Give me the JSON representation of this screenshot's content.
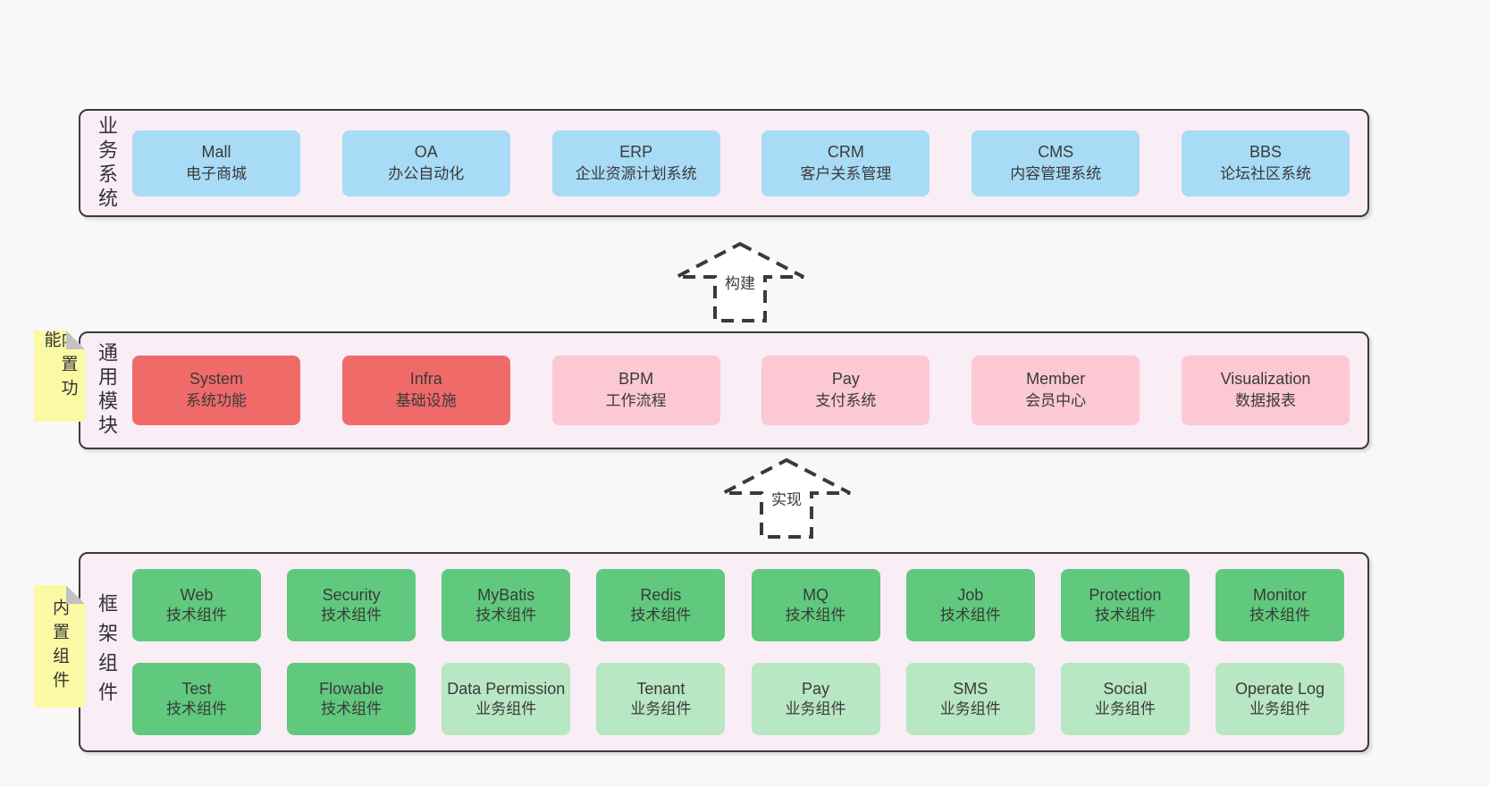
{
  "colors": {
    "page": "#f8f8f8",
    "container": "#f9edf6",
    "line": "#3a3a3a",
    "note": "#fcf9a4",
    "note_fold": "#c2c2c2",
    "blue": "#a8dbf5",
    "red": "#f16a6a",
    "pink": "#fcc8d3",
    "green": "#60c97d",
    "lightgreen": "#b8e7c3"
  },
  "layers": {
    "business": {
      "label": "业务系统",
      "boxes": [
        {
          "en": "Mall",
          "zh": "电子商城",
          "type": "blue"
        },
        {
          "en": "OA",
          "zh": "办公自动化",
          "type": "blue"
        },
        {
          "en": "ERP",
          "zh": "企业资源计划系统",
          "type": "blue"
        },
        {
          "en": "CRM",
          "zh": "客户关系管理",
          "type": "blue"
        },
        {
          "en": "CMS",
          "zh": "内容管理系统",
          "type": "blue"
        },
        {
          "en": "BBS",
          "zh": "论坛社区系统",
          "type": "blue"
        }
      ]
    },
    "modules": {
      "label": "通用模块",
      "note": "内置功能",
      "boxes": [
        {
          "en": "System",
          "zh": "系统功能",
          "type": "red"
        },
        {
          "en": "Infra",
          "zh": "基础设施",
          "type": "red"
        },
        {
          "en": "BPM",
          "zh": "工作流程",
          "type": "pink"
        },
        {
          "en": "Pay",
          "zh": "支付系统",
          "type": "pink"
        },
        {
          "en": "Member",
          "zh": "会员中心",
          "type": "pink"
        },
        {
          "en": "Visualization",
          "zh": "数据报表",
          "type": "pink"
        }
      ]
    },
    "components": {
      "label": "框架组件",
      "note": "内置组件",
      "rows": {
        "top": [
          {
            "en": "Web",
            "zh": "技术组件",
            "type": "green"
          },
          {
            "en": "Security",
            "zh": "技术组件",
            "type": "green"
          },
          {
            "en": "MyBatis",
            "zh": "技术组件",
            "type": "green"
          },
          {
            "en": "Redis",
            "zh": "技术组件",
            "type": "green"
          },
          {
            "en": "MQ",
            "zh": "技术组件",
            "type": "green"
          },
          {
            "en": "Job",
            "zh": "技术组件",
            "type": "green"
          },
          {
            "en": "Protection",
            "zh": "技术组件",
            "type": "green"
          },
          {
            "en": "Monitor",
            "zh": "技术组件",
            "type": "green"
          }
        ],
        "bottom": [
          {
            "en": "Test",
            "zh": "技术组件",
            "type": "green"
          },
          {
            "en": "Flowable",
            "zh": "技术组件",
            "type": "green"
          },
          {
            "en": "Data Permission",
            "zh": "业务组件",
            "type": "lightgreen"
          },
          {
            "en": "Tenant",
            "zh": "业务组件",
            "type": "lightgreen"
          },
          {
            "en": "Pay",
            "zh": "业务组件",
            "type": "lightgreen"
          },
          {
            "en": "SMS",
            "zh": "业务组件",
            "type": "lightgreen"
          },
          {
            "en": "Social",
            "zh": "业务组件",
            "type": "lightgreen"
          },
          {
            "en": "Operate Log",
            "zh": "业务组件",
            "type": "lightgreen"
          }
        ]
      }
    }
  },
  "arrows": {
    "build": {
      "label": "构建"
    },
    "implement": {
      "label": "实现"
    }
  }
}
